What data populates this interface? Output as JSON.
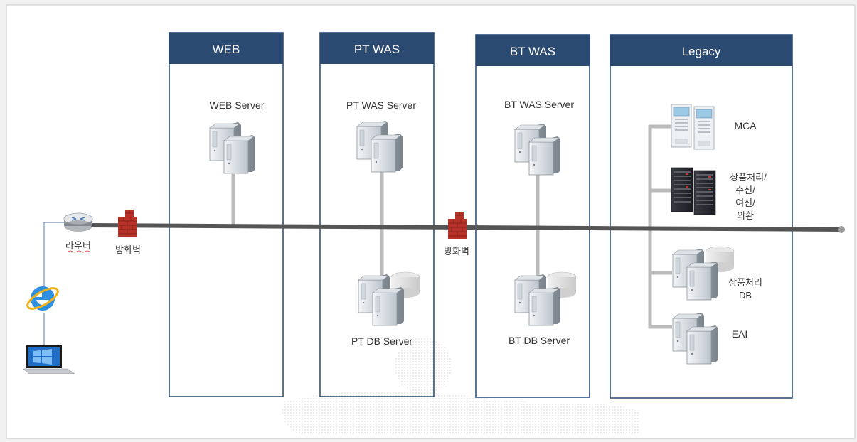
{
  "zones": [
    {
      "id": "web",
      "title": "WEB",
      "servers": [
        {
          "label": "WEB Server"
        }
      ]
    },
    {
      "id": "pt-was",
      "title": "PT WAS",
      "servers": [
        {
          "label": "PT WAS Server"
        },
        {
          "label": "PT DB Server"
        }
      ]
    },
    {
      "id": "bt-was",
      "title": "BT WAS",
      "servers": [
        {
          "label": "BT WAS Server"
        },
        {
          "label": "BT DB Server"
        }
      ]
    },
    {
      "id": "legacy",
      "title": "Legacy",
      "systems": [
        {
          "label_lines": [
            "MCA"
          ]
        },
        {
          "label_lines": [
            "상품처리/",
            "수신/",
            "여신/",
            "외환"
          ]
        },
        {
          "label_lines": [
            "상품처리",
            "DB"
          ]
        },
        {
          "label_lines": [
            "EAI"
          ]
        }
      ]
    }
  ],
  "network": {
    "router_label": "라우터",
    "firewall_labels": [
      "방화벽",
      "방화벽"
    ]
  },
  "icons": {
    "router": "router-icon",
    "firewall": "firewall-icon",
    "browser": "internet-explorer-icon",
    "laptop": "laptop-icon",
    "server": "server-tower-icon",
    "db": "database-server-icon",
    "mainframe": "mainframe-server-icon"
  },
  "colors": {
    "header_fill": "#2b4a72",
    "zone_border": "#2d5080",
    "backbone": "#555555",
    "connector": "#bbbbbb",
    "firewall": "#c0392b"
  }
}
